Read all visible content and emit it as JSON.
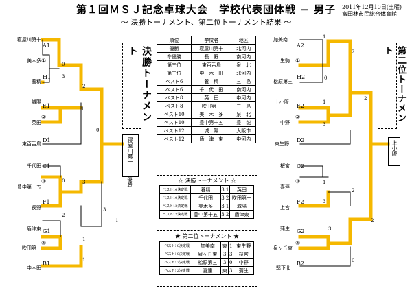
{
  "header": {
    "title": "第１回ＭＳＪ記念卓球大会　学校代表団体戦 − 男子",
    "subtitle": "〜 決勝トーナメント、第二位トーナメント結果 〜",
    "date": "2011年12月10日(土曜)",
    "venue": "富田林市民総合体育館"
  },
  "left_bracket": {
    "title": "決勝トーナメント",
    "teams": [
      {
        "name": "寝屋川第十",
        "code": "A1",
        "circle": ""
      },
      {
        "name": "美木多",
        "code": "",
        "circle": "①"
      },
      {
        "name": "養精",
        "code": "H1",
        "circle": ""
      },
      {
        "name": "城陽",
        "code": "E1",
        "circle": ""
      },
      {
        "name": "英田",
        "code": "",
        "circle": "②"
      },
      {
        "name": "東百舌鳥",
        "code": "D1",
        "circle": ""
      },
      {
        "name": "千代田",
        "code": "C1",
        "circle": ""
      },
      {
        "name": "豊中第十五",
        "code": "",
        "circle": "③"
      },
      {
        "name": "長野",
        "code": "F1",
        "circle": ""
      },
      {
        "name": "盾津東",
        "code": "G1",
        "circle": ""
      },
      {
        "name": "吹田第一",
        "code": "",
        "circle": "④"
      },
      {
        "name": "中木田",
        "code": "B1",
        "circle": ""
      }
    ],
    "scores": [
      "0",
      "3",
      "2",
      "1",
      "0",
      "3",
      "3",
      "0",
      "2",
      "1",
      "1",
      "1"
    ],
    "winner": "寝屋川第十",
    "winner_label": "優勝"
  },
  "right_bracket": {
    "title": "第二位トーナメント",
    "teams": [
      {
        "name": "加美南",
        "code": "A2",
        "circle": ""
      },
      {
        "name": "生駒",
        "code": "",
        "circle": "①"
      },
      {
        "name": "松原第三",
        "code": "H2",
        "circle": ""
      },
      {
        "name": "上小阪",
        "code": "E2",
        "circle": ""
      },
      {
        "name": "中野",
        "code": "",
        "circle": "②"
      },
      {
        "name": "東生野",
        "code": "D2",
        "circle": ""
      },
      {
        "name": "桜宮",
        "code": "C2",
        "circle": ""
      },
      {
        "name": "喜連",
        "code": "",
        "circle": "③"
      },
      {
        "name": "上宮",
        "code": "F2",
        "circle": ""
      },
      {
        "name": "蒲生",
        "code": "G2",
        "circle": ""
      },
      {
        "name": "泉ヶ丘東",
        "code": "",
        "circle": "④"
      },
      {
        "name": "堅下北",
        "code": "B2",
        "circle": ""
      }
    ],
    "scores": [
      "1",
      "2",
      "0",
      "1",
      "3",
      "2",
      "2",
      "1",
      "3",
      "3",
      "2",
      "0"
    ],
    "winner": "上小阪"
  },
  "rank_table": {
    "headers": [
      "順位",
      "学校名",
      "地区"
    ],
    "rows": [
      [
        "優勝",
        "寝屋川第十",
        "北河内"
      ],
      [
        "準優勝",
        "長　野",
        "南河内"
      ],
      [
        "第三位",
        "東百舌鳥",
        "泉　北"
      ],
      [
        "第三位",
        "中　木　田",
        "北河内"
      ],
      [
        "ベスト6",
        "養　精",
        "三　島"
      ],
      [
        "ベスト6",
        "千　代　田",
        "南河内"
      ],
      [
        "ベスト8",
        "英　田",
        "中河内"
      ],
      [
        "ベスト8",
        "吹田第一",
        "三　島"
      ],
      [
        "ベスト10",
        "美　木　多",
        "泉　北"
      ],
      [
        "ベスト10",
        "豊中第十五",
        "豊　能"
      ],
      [
        "ベスト12",
        "城　陽",
        "大阪市"
      ],
      [
        "ベスト12",
        "盾　津　東",
        "中河内"
      ]
    ]
  },
  "final_results": {
    "title": "☆ 決勝トーナメント ☆",
    "rows": [
      [
        "ベスト10決定戦",
        "養精",
        "3",
        "1",
        "英田"
      ],
      [
        "ベスト10決定戦",
        "千代田",
        "3",
        "2",
        "吹田第一"
      ],
      [
        "ベスト12決定戦",
        "美木多",
        "3",
        "1",
        "城陽"
      ],
      [
        "ベスト12決定戦",
        "豊中第十五",
        "3",
        "2",
        "盾津東"
      ]
    ]
  },
  "second_results": {
    "title": "★ 第二位トーナメント ★",
    "rows": [
      [
        "ベスト10決定戦",
        "加美南",
        "東",
        "1",
        "東生野"
      ],
      [
        "ベスト10決定戦",
        "泉ヶ丘東",
        "3",
        "3",
        "桜宮"
      ],
      [
        "ベスト12決定戦",
        "松原第三",
        "3",
        "0",
        "中野"
      ],
      [
        "ベスト12決定戦",
        "喜連",
        "東",
        "3",
        "蒲生"
      ]
    ]
  },
  "colors": {
    "winner_line": "#f5b800",
    "line": "#000000"
  }
}
